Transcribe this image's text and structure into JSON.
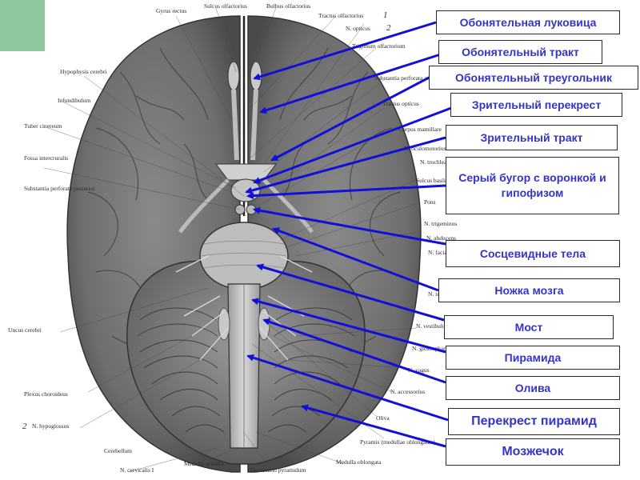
{
  "colors": {
    "accent_green": "#8dc89f",
    "label_text": "#3434c8",
    "arrow": "#1010d8"
  },
  "callouts": [
    {
      "id": "olfactory-bulb",
      "text": "Обонятельная луковица"
    },
    {
      "id": "olfactory-tract",
      "text": "Обонятельный тракт"
    },
    {
      "id": "olfactory-triangle",
      "text": "Обонятельный треугольник"
    },
    {
      "id": "optic-chiasm",
      "text": "Зрительный перекрест"
    },
    {
      "id": "optic-tract",
      "text": "Зрительный тракт"
    },
    {
      "id": "tuber-cinereum",
      "text": "Серый бугор с воронкой и гипофизом"
    },
    {
      "id": "mammillary-bodies",
      "text": "Сосцевидные тела"
    },
    {
      "id": "cerebral-peduncle",
      "text": "Ножка мозга"
    },
    {
      "id": "pons",
      "text": "Мост"
    },
    {
      "id": "pyramid",
      "text": "Пирамида"
    },
    {
      "id": "olive",
      "text": "Олива"
    },
    {
      "id": "pyramid-decussation",
      "text": "Перекрест пирамид"
    },
    {
      "id": "cerebellum",
      "text": "Мозжечок"
    }
  ],
  "illustration_labels": {
    "gyrus_rectus": "Gyrus rectus",
    "sulcus_olfactorius": "Sulcus olfactorius",
    "bulbus_olfactorius": "Bulbus olfactorius",
    "tractus_olfactorius": "Tractus olfactorius",
    "n_opticus": "N. opticus",
    "hypophysis": "Hypophysis cerebri",
    "infundibulum": "Infundibulum",
    "trigonum": "Trigonum olfactorium",
    "substantia": "Substantia perforata anterior",
    "tuber_cinereum": "Tuber cinereum",
    "tractus_opticus": "Tractus opticus",
    "corpus_mamill": "Corpus mamillare",
    "fossa_intercrur": "Fossa intercruralis",
    "n_oculomot": "N. oculomotorius",
    "n_trochlearis": "N. trochlearis",
    "perforata_post": "Substantia perforata posterior",
    "sulcus_basilaris": "Sulcus basilaris",
    "pons": "Pons",
    "n_trig": "N. trigeminus",
    "n_abd": "N. abducens",
    "n_fac": "N. facialis",
    "n_interm": "N. intermedius",
    "n_vest": "N. vestibulocochlearis",
    "uncus": "Uncus cerebri",
    "n_gloss": "N. glossopharyngeus",
    "n_vagus": "N. vagus",
    "n_access": "N. accessorius",
    "plexus": "Plexus choroideus",
    "n_hypogl": "N. hypoglossus",
    "oliva": "Oliva",
    "pyramis": "Pyramis (medullae oblongatae)",
    "cerebellum": "Cerebellum",
    "n_cervicalis": "N. cervicalis I",
    "medulla_spinalis": "Medulla spinalis",
    "decussatio": "Decussatio pyramidum",
    "medulla_oblongata": "Medulla oblongata",
    "num_1": "1",
    "num_2": "2",
    "num_2_left": "2"
  }
}
